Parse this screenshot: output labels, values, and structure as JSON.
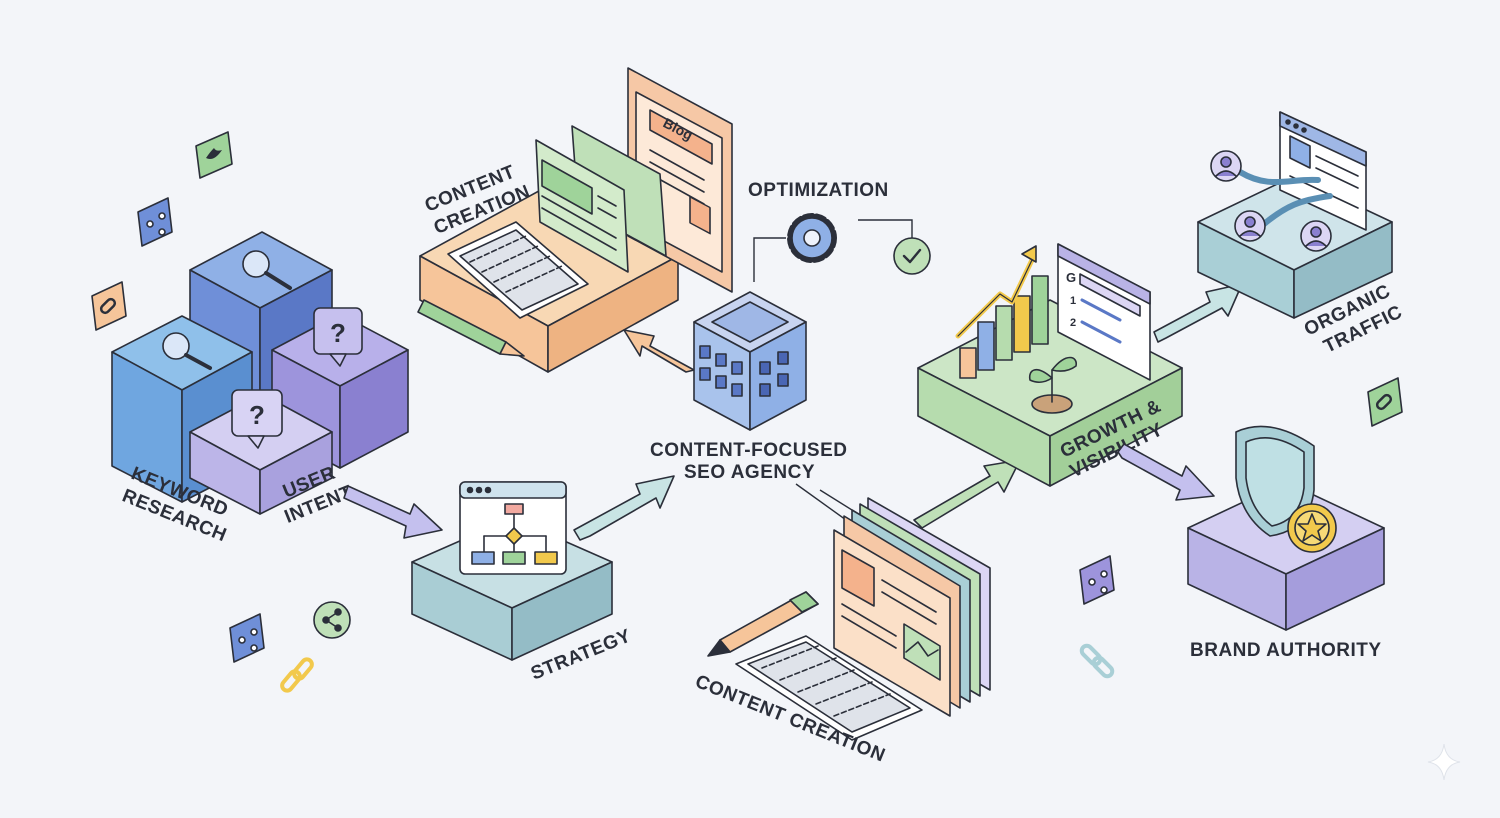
{
  "labels": {
    "keyword_research": [
      "KEYWORD",
      "RESEARCH"
    ],
    "user_intent": [
      "USER",
      "INTENT"
    ],
    "strategy": "STRATEGY",
    "content_creation_top": [
      "CONTENT",
      "CREATION"
    ],
    "blog": "Blog",
    "optimization": "OPTIMIZATION",
    "agency": [
      "CONTENT-FOCUSED",
      "SEO AGENCY"
    ],
    "content_creation_bottom": "CONTENT CREATION",
    "growth": [
      "GROWTH &",
      "VISIBILITY"
    ],
    "organic_traffic": [
      "ORGANIC",
      "TRAFFIC"
    ],
    "brand_authority": "BRAND AUTHORITY"
  },
  "glyphs": {
    "question": "?",
    "google": "G",
    "rank_1": "1",
    "rank_2": "2"
  },
  "colors": {
    "background": "#f3f5f9",
    "outline": "#2b2f3a",
    "blue": "#6f9fd8",
    "indigo": "#5f7fcf",
    "purple": "#9d98d8",
    "lavender": "#b9b3e6",
    "teal": "#a9cfd6",
    "orange": "#f6c79a",
    "green": "#b6dcae",
    "yellow": "#f2c94c"
  }
}
